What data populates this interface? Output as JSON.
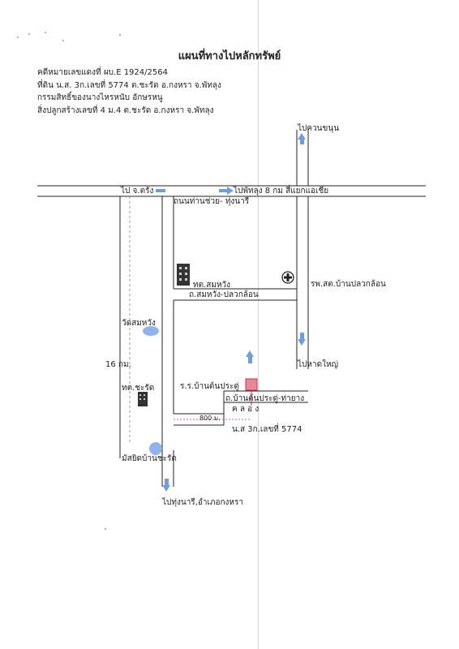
{
  "title": "แผนที่ทางไปหลักทรัพย์",
  "info": {
    "case_no": "คดีหมายเลขแดงที่ ผบ.E 1924/2564",
    "land": "ที่ดิน น.ส. 3ก.เลขที่ 5774  ต.ชะรัด อ.กงหรา จ.พัทลุง",
    "owner": "กรรมสิทธิ์ของนางไหรหนับ อักษรหนู",
    "building": "สิ่งปลูกสร้างเลขที่ 4 ม.4 ต.ชะรัด อ.กงหรา จ.พัทลุง"
  },
  "labels": {
    "to_khuan_khanun": "ไปควนขนุน",
    "to_trang": "ไป จ.ตรัง",
    "to_phatthalung": "ไปพัทลุง 8 กม สี่แยกแอเชีย",
    "road_thungnari": "ถนนท่านช่วย- ทุ่งนารี",
    "tesaban_somwang": "ทต.สมหวัง",
    "road_somwang": "ถ.สมหวัง-ปลวกล้อน",
    "hospital": "รพ.สต.บ้านปลวกล้อน",
    "wat_somwang": "วัดสมหวัง",
    "to_hat_yai": "ไปหาดใหญ่",
    "distance_16": "16 กม.",
    "school": "ร.ร.บ้านต้นประดู่",
    "tesaban_charat": "ทต.ชะรัด",
    "road_bantonpradu": "ถ.บ้านต้นประดู่-ท่ายาง",
    "canal": "ค ล อ ง",
    "distance_800": "800 ม.",
    "land_no": "น.ส 3ก.เลขที่ 5774",
    "mosque": "มัสยิดบ้านชะรัด",
    "to_thungnari": "ไปทุ่งนารี,อำเภอกงหรา"
  },
  "icons": {
    "building": "building-icon",
    "hospital": "hospital-cross-icon",
    "mosque": "mosque-icon",
    "temple": "temple-icon",
    "arrow": "direction-arrow-icon",
    "property": "property-marker-icon"
  },
  "colors": {
    "road": "#222222",
    "arrow": "#6f9ee0",
    "marker": "#e88896",
    "marker_border": "#cc3344",
    "landmark_fill": "#8fb4ec",
    "distance_line": "#e06070"
  }
}
